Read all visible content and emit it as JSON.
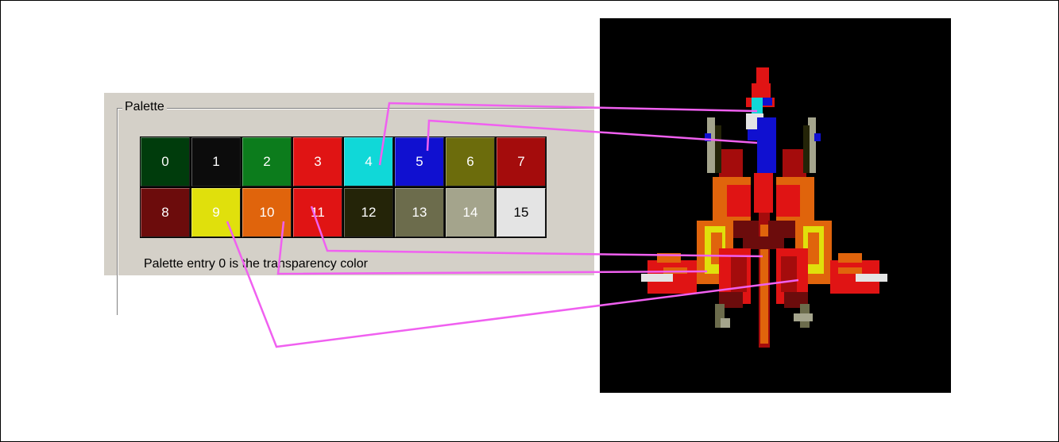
{
  "palette": {
    "title": "Palette",
    "note": "Palette entry 0 is the transparency color",
    "swatches": [
      {
        "label": "0",
        "color": "#003c0c",
        "text": "#ffffff"
      },
      {
        "label": "1",
        "color": "#0c0c0c",
        "text": "#ffffff"
      },
      {
        "label": "2",
        "color": "#0c7c1c",
        "text": "#ffffff"
      },
      {
        "label": "3",
        "color": "#e01414",
        "text": "#ffffff"
      },
      {
        "label": "4",
        "color": "#10d8d8",
        "text": "#ffffff"
      },
      {
        "label": "5",
        "color": "#1010d0",
        "text": "#ffffff"
      },
      {
        "label": "6",
        "color": "#6c6c0c",
        "text": "#ffffff"
      },
      {
        "label": "7",
        "color": "#a40c0c",
        "text": "#ffffff"
      },
      {
        "label": "8",
        "color": "#6c0c0c",
        "text": "#ffffff"
      },
      {
        "label": "9",
        "color": "#e0e00c",
        "text": "#ffffff"
      },
      {
        "label": "10",
        "color": "#e0640c",
        "text": "#ffffff"
      },
      {
        "label": "11",
        "color": "#e01414",
        "text": "#ffffff"
      },
      {
        "label": "12",
        "color": "#242408",
        "text": "#ffffff"
      },
      {
        "label": "13",
        "color": "#6c6c4c",
        "text": "#ffffff"
      },
      {
        "label": "14",
        "color": "#a4a48c",
        "text": "#ffffff"
      },
      {
        "label": "15",
        "color": "#e4e4e4",
        "text": "#000000"
      }
    ]
  },
  "sprite": {
    "background": "#000000"
  },
  "annotation_color": "#f060f0"
}
